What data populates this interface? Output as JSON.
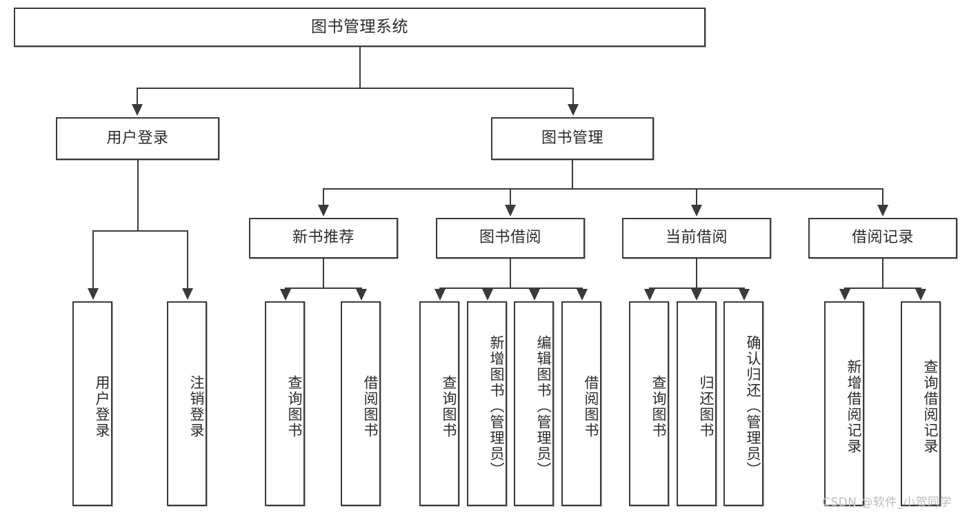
{
  "diagram": {
    "title": "图书管理系统",
    "type": "hierarchy-tree",
    "colors": {
      "stroke": "#3a3a3a",
      "fill": "#ffffff",
      "text": "#2b2b2b",
      "watermark": "#bcbcbc"
    },
    "levels": {
      "root": {
        "label": "图书管理系统"
      },
      "level2": [
        {
          "label": "用户登录"
        },
        {
          "label": "图书管理"
        }
      ],
      "level3": [
        {
          "label": "新书推荐"
        },
        {
          "label": "图书借阅"
        },
        {
          "label": "当前借阅"
        },
        {
          "label": "借阅记录"
        }
      ],
      "leaves": {
        "user_login": [
          {
            "label": "用户登录"
          },
          {
            "label": "注销登录"
          }
        ],
        "new_book_recommend": [
          {
            "label": "查询图书"
          },
          {
            "label": "借阅图书"
          }
        ],
        "book_borrow": [
          {
            "label": "查询图书"
          },
          {
            "label": "新增图书（管理员）"
          },
          {
            "label": "编辑图书（管理员）"
          },
          {
            "label": "借阅图书"
          }
        ],
        "current_borrow": [
          {
            "label": "查询图书"
          },
          {
            "label": "归还图书"
          },
          {
            "label": "确认归还（管理员）"
          }
        ],
        "borrow_record": [
          {
            "label": "新增借阅记录"
          },
          {
            "label": "查询借阅记录"
          }
        ]
      }
    }
  },
  "watermark": {
    "text": "CSDN @软件_小贺同学"
  }
}
